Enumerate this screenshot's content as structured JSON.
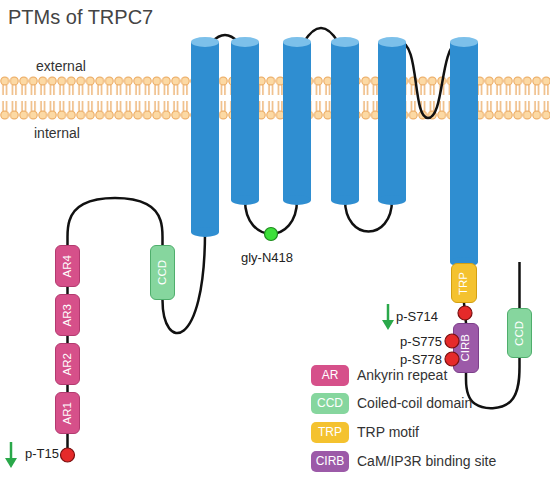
{
  "diagram": {
    "title": "PTMs of TRPC7",
    "nodes": [
      {
        "text": [
          "AR4"
        ]
      },
      {
        "text": [
          "AR3"
        ]
      },
      {
        "text": [
          "AR2"
        ]
      },
      {
        "text": [
          "AR1"
        ]
      },
      {
        "text": [
          "CCD"
        ]
      },
      {
        "text": [
          "TRP"
        ]
      },
      {
        "text": [
          "CIRB"
        ]
      },
      {
        "text": [
          "CCD"
        ]
      }
    ],
    "edges": [
      {
        "from": 0,
        "to": 1,
        "arrow": "none"
      },
      {
        "from": 1,
        "to": 2,
        "arrow": "none"
      },
      {
        "from": 2,
        "to": 3,
        "arrow": "none"
      },
      {
        "from": 0,
        "to": 4,
        "arrow": "none"
      },
      {
        "from": 5,
        "to": 6,
        "arrow": "none"
      },
      {
        "from": 6,
        "to": 7,
        "arrow": "none"
      }
    ],
    "labels": [
      "external",
      "internal",
      "gly-N418",
      "p-T15",
      "p-S714",
      "p-S775",
      "p-S778",
      "AR",
      "CCD",
      "TRP",
      "CIRB"
    ],
    "legend": [
      {
        "text": "Ankyrin repeat",
        "color": "#d6508a"
      },
      {
        "text": "Coiled-coil domain",
        "color": "#86d69e"
      },
      {
        "text": "TRP motif",
        "color": "#f4c22f"
      },
      {
        "text": "CaM/IP3R binding site",
        "color": "#9c5aa8"
      }
    ]
  }
}
